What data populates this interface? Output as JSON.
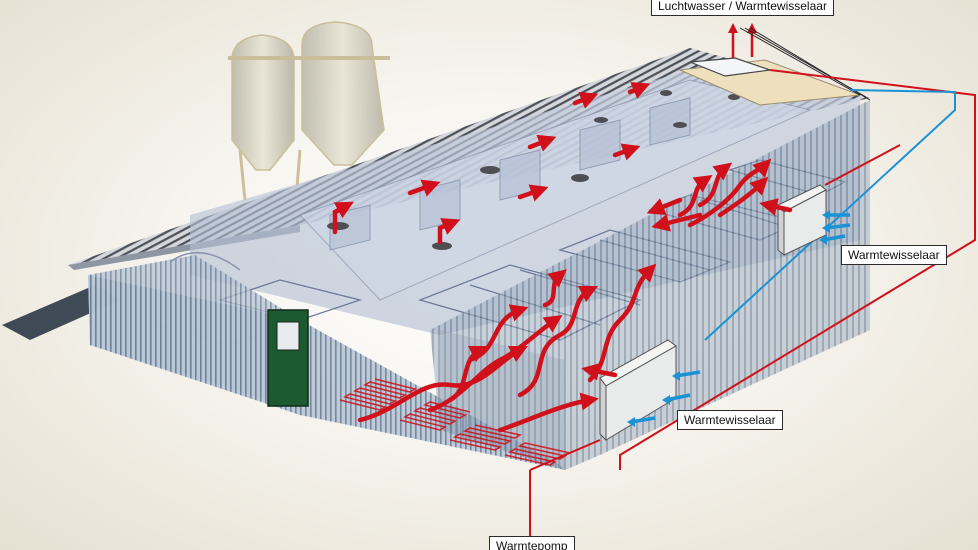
{
  "labels": {
    "top": "Luchtwasser / Warmtewisselaar",
    "right": "Warmtewisselaar",
    "middle": "Warmtewisselaar",
    "bottom": "Warmtepomp"
  },
  "colors": {
    "warm": "#d0101a",
    "cold": "#1b92d6",
    "door": "#1d5a32",
    "silo": "#d9d4c3",
    "roof": "#c9ccd3"
  }
}
